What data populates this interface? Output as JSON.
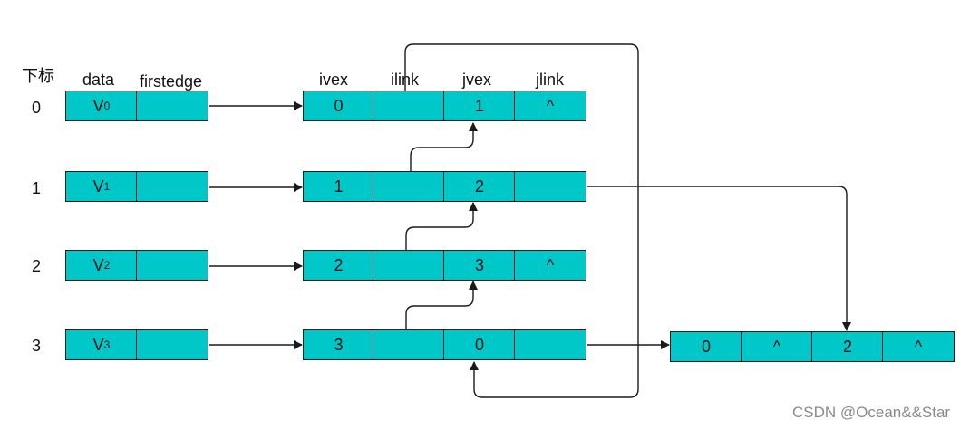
{
  "headers": {
    "index": "下标",
    "data": "data",
    "firstedge": "firstedge",
    "ivex": "ivex",
    "ilink": "ilink",
    "jvex": "jvex",
    "jlink": "jlink"
  },
  "vertices": [
    {
      "index": "0",
      "name": "V",
      "sub": "0",
      "firstedge": ""
    },
    {
      "index": "1",
      "name": "V",
      "sub": "1",
      "firstedge": ""
    },
    {
      "index": "2",
      "name": "V",
      "sub": "2",
      "firstedge": ""
    },
    {
      "index": "3",
      "name": "V",
      "sub": "3",
      "firstedge": ""
    }
  ],
  "edges": [
    {
      "ivex": "0",
      "ilink": "",
      "jvex": "1",
      "jlink": "^"
    },
    {
      "ivex": "1",
      "ilink": "",
      "jvex": "2",
      "jlink": ""
    },
    {
      "ivex": "2",
      "ilink": "",
      "jvex": "3",
      "jlink": "^"
    },
    {
      "ivex": "3",
      "ilink": "",
      "jvex": "0",
      "jlink": ""
    },
    {
      "ivex": "0",
      "ilink": "^",
      "jvex": "2",
      "jlink": "^"
    }
  ],
  "colors": {
    "cell": "#00c8c8",
    "stroke": "#1a1a1a"
  },
  "watermark": "CSDN @Ocean&&Star"
}
